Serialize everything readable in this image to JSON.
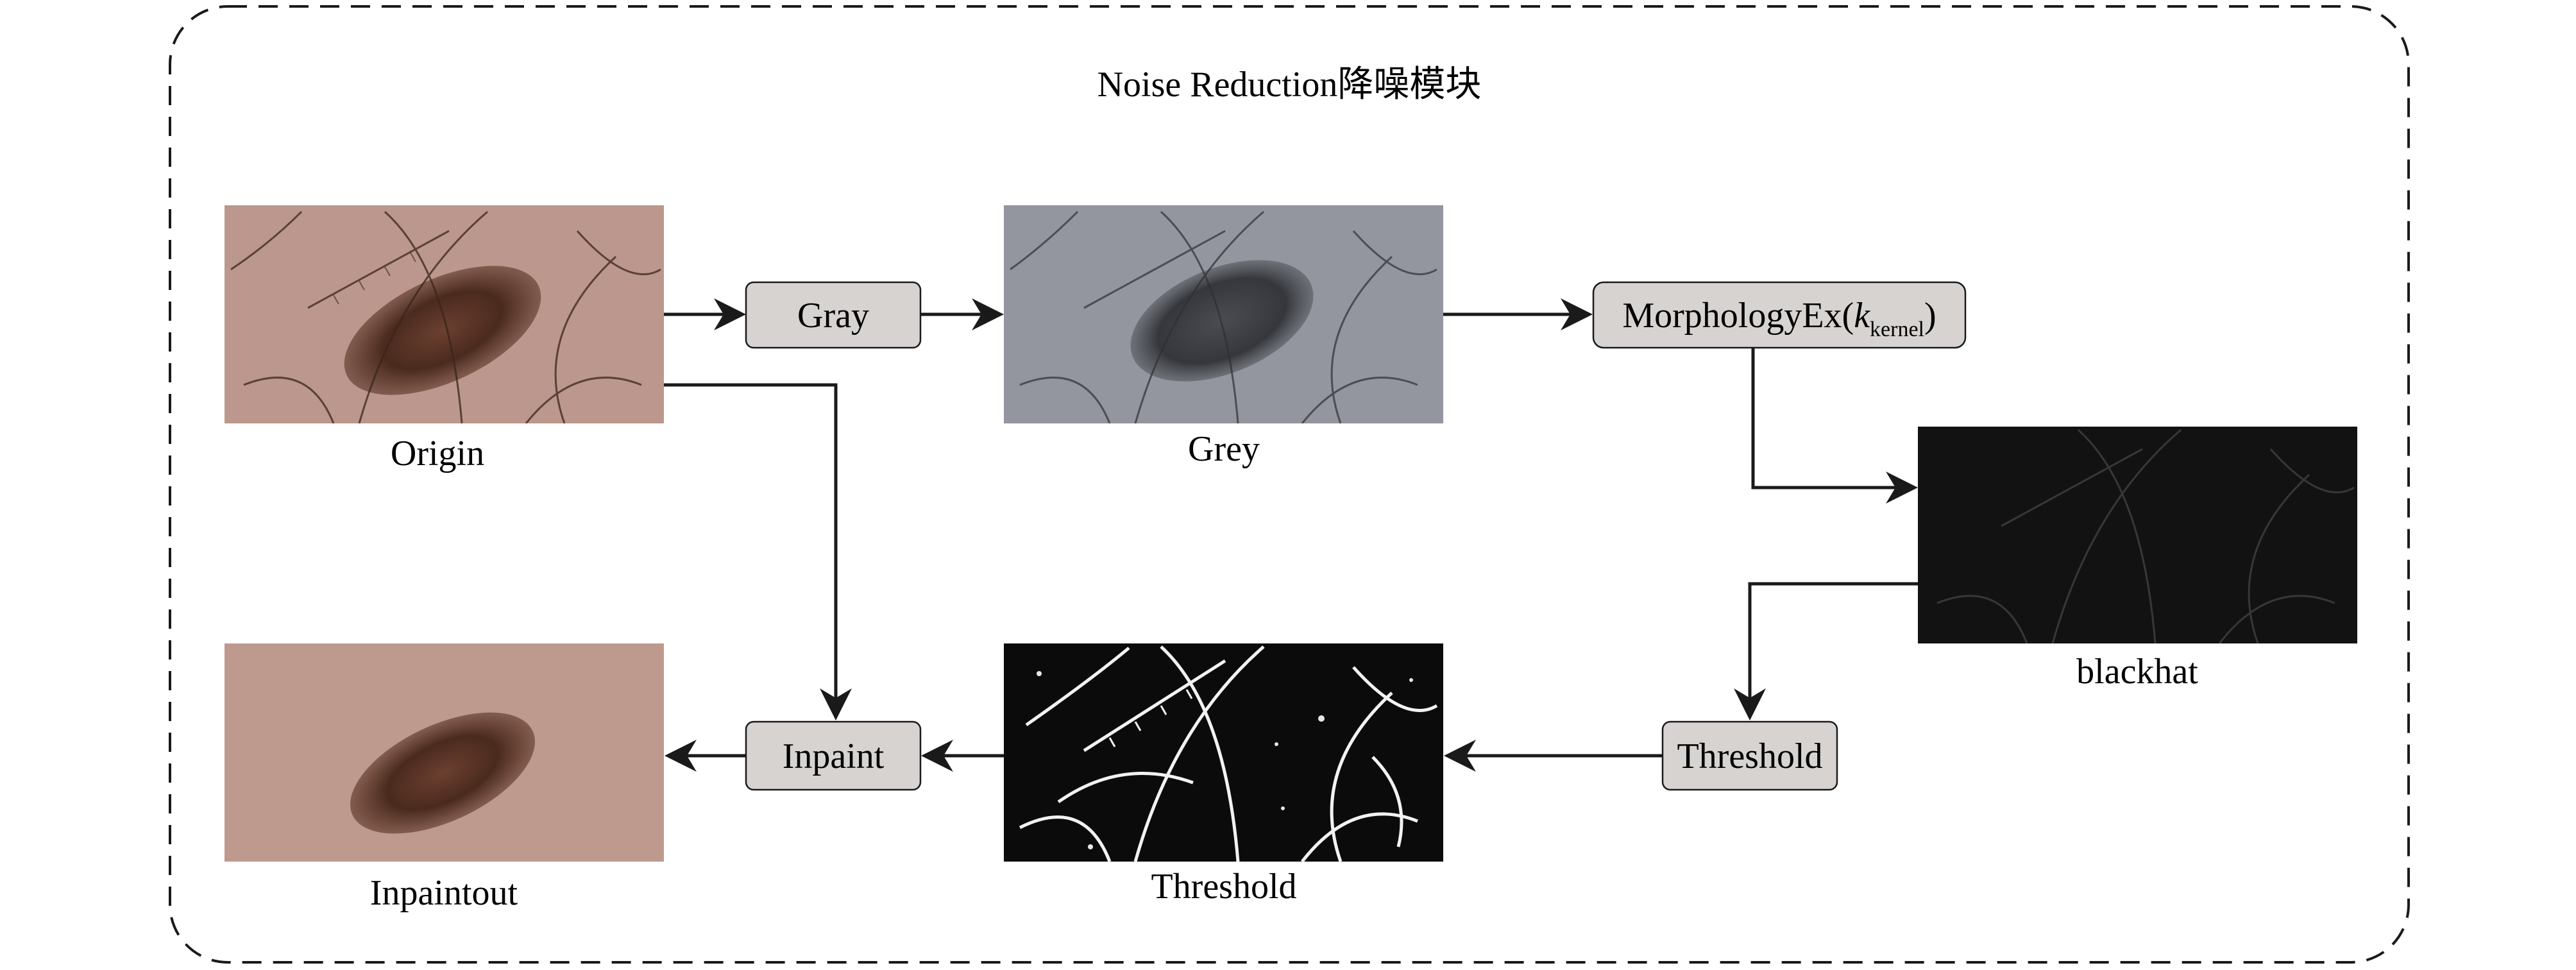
{
  "module_title": "Noise Reduction降噪模块",
  "images": {
    "origin": "Origin",
    "grey": "Grey",
    "blackhat": "blackhat",
    "threshold": "Threshold",
    "inpaintout": "Inpaintout"
  },
  "boxes": {
    "gray": "Gray",
    "morphology_prefix": "MorphologyEx(",
    "morphology_var": "k",
    "morphology_sub": "kernel",
    "morphology_suffix": ")",
    "threshold": "Threshold",
    "inpaint": "Inpaint"
  },
  "colors": {
    "box_fill": "#d6d3d1",
    "skin": "#b48f86",
    "grey_skin": "#8a8d97",
    "lesion": "#4a2a1e",
    "black": "#111111"
  }
}
